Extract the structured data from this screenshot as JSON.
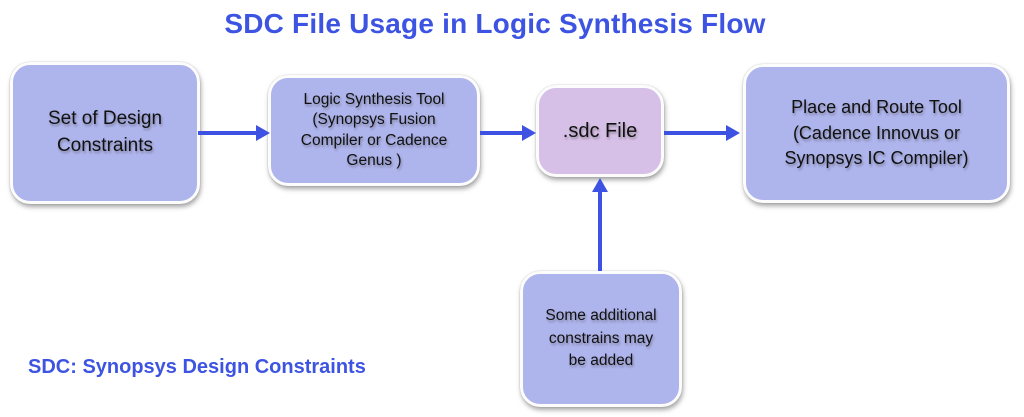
{
  "title": "SDC File Usage in Logic Synthesis Flow",
  "caption": "SDC: Synopsys Design Constraints",
  "colors": {
    "node_fill": "#aeb4ec",
    "sdc_node_fill": "#d7c0e7",
    "arrow": "#3d52e2",
    "heading_text": "#3d54e2",
    "node_text": "#111111",
    "background": "#ffffff"
  },
  "nodes": [
    {
      "id": "design-constraints",
      "label": "Set of Design\nConstraints"
    },
    {
      "id": "logic-synthesis-tool",
      "label": "Logic Synthesis Tool\n(Synopsys Fusion\nCompiler or Cadence\nGenus )"
    },
    {
      "id": "sdc-file",
      "label": ".sdc File"
    },
    {
      "id": "place-and-route-tool",
      "label": "Place and Route Tool\n(Cadence Innovus or\nSynopsys IC Compiler)"
    },
    {
      "id": "additional-constraints",
      "label": "Some additional\nconstrains may\nbe added"
    }
  ],
  "edges": [
    {
      "from": "design-constraints",
      "to": "logic-synthesis-tool",
      "direction": "right"
    },
    {
      "from": "logic-synthesis-tool",
      "to": "sdc-file",
      "direction": "right"
    },
    {
      "from": "sdc-file",
      "to": "place-and-route-tool",
      "direction": "right"
    },
    {
      "from": "additional-constraints",
      "to": "sdc-file",
      "direction": "up"
    }
  ]
}
